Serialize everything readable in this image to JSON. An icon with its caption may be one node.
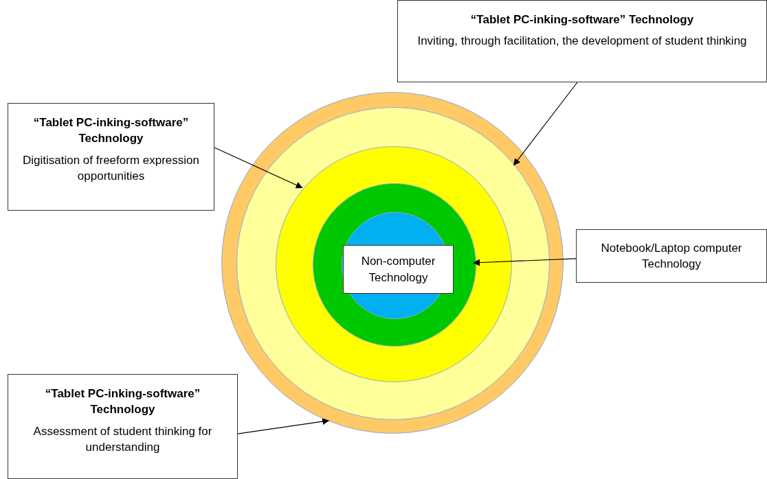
{
  "diagram": {
    "nodes": [
      {
        "text": [
          "“Tablet PC-inking-software” Technology",
          "Inviting, through facilitation, the development of student thinking"
        ]
      },
      {
        "text": [
          "“Tablet PC-inking-software” Technology",
          "Digitisation of freeform expression opportunities"
        ]
      },
      {
        "text": [],
        "shape": "circle"
      },
      {
        "text": [],
        "shape": "circle",
        "in": 2
      },
      {
        "text": [],
        "shape": "circle",
        "in": 3
      },
      {
        "text": [],
        "shape": "circle",
        "in": 4
      },
      {
        "text": [],
        "shape": "circle",
        "in": 5
      },
      {
        "text": [
          "Non-computer Technology"
        ],
        "in": 6
      },
      {
        "text": [
          "Notebook/Laptop computer Technology"
        ]
      },
      {
        "text": [
          "“Tablet PC-inking-software” Technology",
          "Assessment of student thinking for understanding"
        ]
      }
    ],
    "edges": [
      {
        "from": 0,
        "to": 3,
        "arrow": "to"
      },
      {
        "from": 1,
        "to": 4,
        "arrow": "to"
      },
      {
        "from": 8,
        "to": 5,
        "arrow": "to"
      },
      {
        "from": 9,
        "to": 2,
        "arrow": "to"
      }
    ]
  }
}
